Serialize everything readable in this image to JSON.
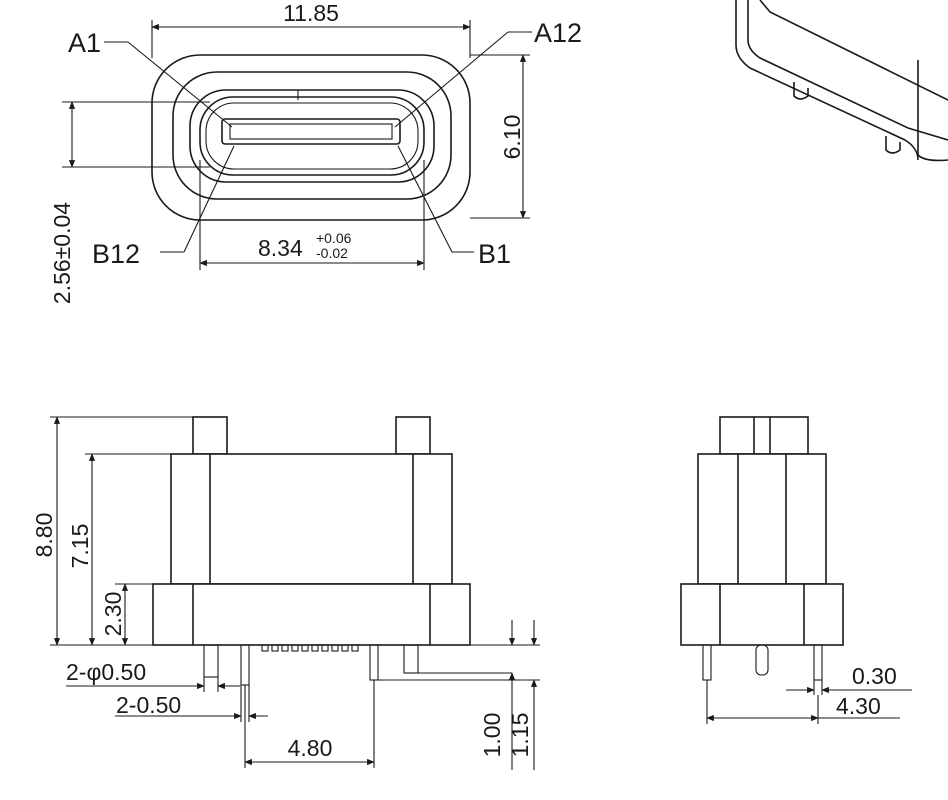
{
  "top_view": {
    "width_label": "11.85",
    "height_label": "6.10",
    "opening_label": "8.34",
    "tol_plus": "+0.06",
    "tol_minus": "-0.02",
    "slot_label": "2.56±0.04",
    "pin_a1": "A1",
    "pin_a12": "A12",
    "pin_b12": "B12",
    "pin_b1": "B1"
  },
  "front_view": {
    "total_height": "8.80",
    "body_height": "7.15",
    "flange_height": "2.30",
    "peg_dia": "2-φ0.50",
    "pin_width": "2-0.50",
    "peg_spacing": "4.80",
    "pin_len_a": "1.00",
    "pin_len_b": "1.15"
  },
  "side_view": {
    "pin_thickness": "0.30",
    "depth": "4.30"
  },
  "colors": {
    "line": "#1a1a1a",
    "background": "#ffffff"
  }
}
